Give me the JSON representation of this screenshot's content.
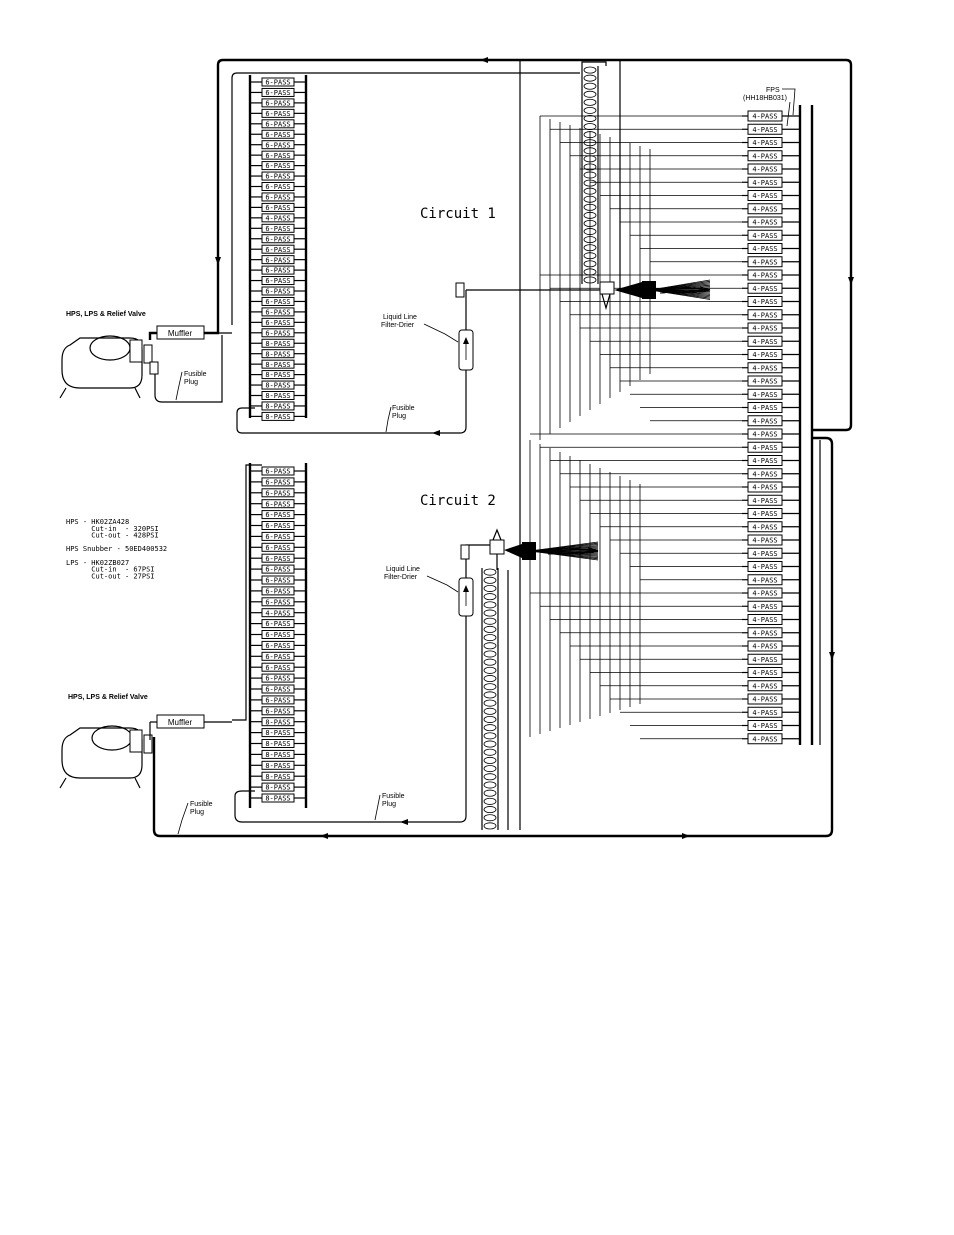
{
  "circuit1_title": "Circuit 1",
  "circuit2_title": "Circuit 2",
  "fps_label": "FPS",
  "fps_part": "(HH18HB031)",
  "hps_lps_relief_label": "HPS, LPS & Relief Valve",
  "muffler_label": "Muffler",
  "fusible_plug_label": [
    "Fusible",
    "Plug"
  ],
  "liquid_line_label": [
    "Liquid Line",
    "Filter-Drier"
  ],
  "spec_lines": [
    "HPS - HK02ZA428",
    "      Cut-in  - 320PSI",
    "      Cut-out - 428PSI",
    "",
    "HPS Snubber - 50ED400532",
    "",
    "LPS - HK02ZB027",
    "      Cut-in  - 67PSI",
    "      Cut-out - 27PSI"
  ],
  "circuit1_coil_labels": [
    "6-PASS",
    "6-PASS",
    "6-PASS",
    "6-PASS",
    "6-PASS",
    "6-PASS",
    "6-PASS",
    "6-PASS",
    "6-PASS",
    "6-PASS",
    "6-PASS",
    "6-PASS",
    "6-PASS",
    "4-PASS",
    "6-PASS",
    "6-PASS",
    "6-PASS",
    "6-PASS",
    "6-PASS",
    "6-PASS",
    "6-PASS",
    "6-PASS",
    "6-PASS",
    "6-PASS",
    "6-PASS",
    "8-PASS",
    "8-PASS",
    "8-PASS",
    "8-PASS",
    "8-PASS",
    "8-PASS",
    "8-PASS",
    "8-PASS"
  ],
  "circuit2_coil_labels": [
    "6-PASS",
    "6-PASS",
    "6-PASS",
    "6-PASS",
    "6-PASS",
    "6-PASS",
    "6-PASS",
    "6-PASS",
    "6-PASS",
    "6-PASS",
    "6-PASS",
    "6-PASS",
    "6-PASS",
    "4-PASS",
    "6-PASS",
    "6-PASS",
    "6-PASS",
    "6-PASS",
    "6-PASS",
    "6-PASS",
    "6-PASS",
    "6-PASS",
    "6-PASS",
    "8-PASS",
    "8-PASS",
    "8-PASS",
    "8-PASS",
    "8-PASS",
    "8-PASS",
    "8-PASS",
    "8-PASS"
  ],
  "evaporator_labels": [
    "4-PASS",
    "4-PASS",
    "4-PASS",
    "4-PASS",
    "4-PASS",
    "4-PASS",
    "4-PASS",
    "4-PASS",
    "4-PASS",
    "4-PASS",
    "4-PASS",
    "4-PASS",
    "4-PASS",
    "4-PASS",
    "4-PASS",
    "4-PASS",
    "4-PASS",
    "4-PASS",
    "4-PASS",
    "4-PASS",
    "4-PASS",
    "4-PASS",
    "4-PASS",
    "4-PASS",
    "4-PASS",
    "4-PASS",
    "4-PASS",
    "4-PASS",
    "4-PASS",
    "4-PASS",
    "4-PASS",
    "4-PASS",
    "4-PASS",
    "4-PASS",
    "4-PASS",
    "4-PASS",
    "4-PASS",
    "4-PASS",
    "4-PASS",
    "4-PASS",
    "4-PASS",
    "4-PASS",
    "4-PASS",
    "4-PASS",
    "4-PASS",
    "4-PASS",
    "4-PASS",
    "4-PASS"
  ]
}
